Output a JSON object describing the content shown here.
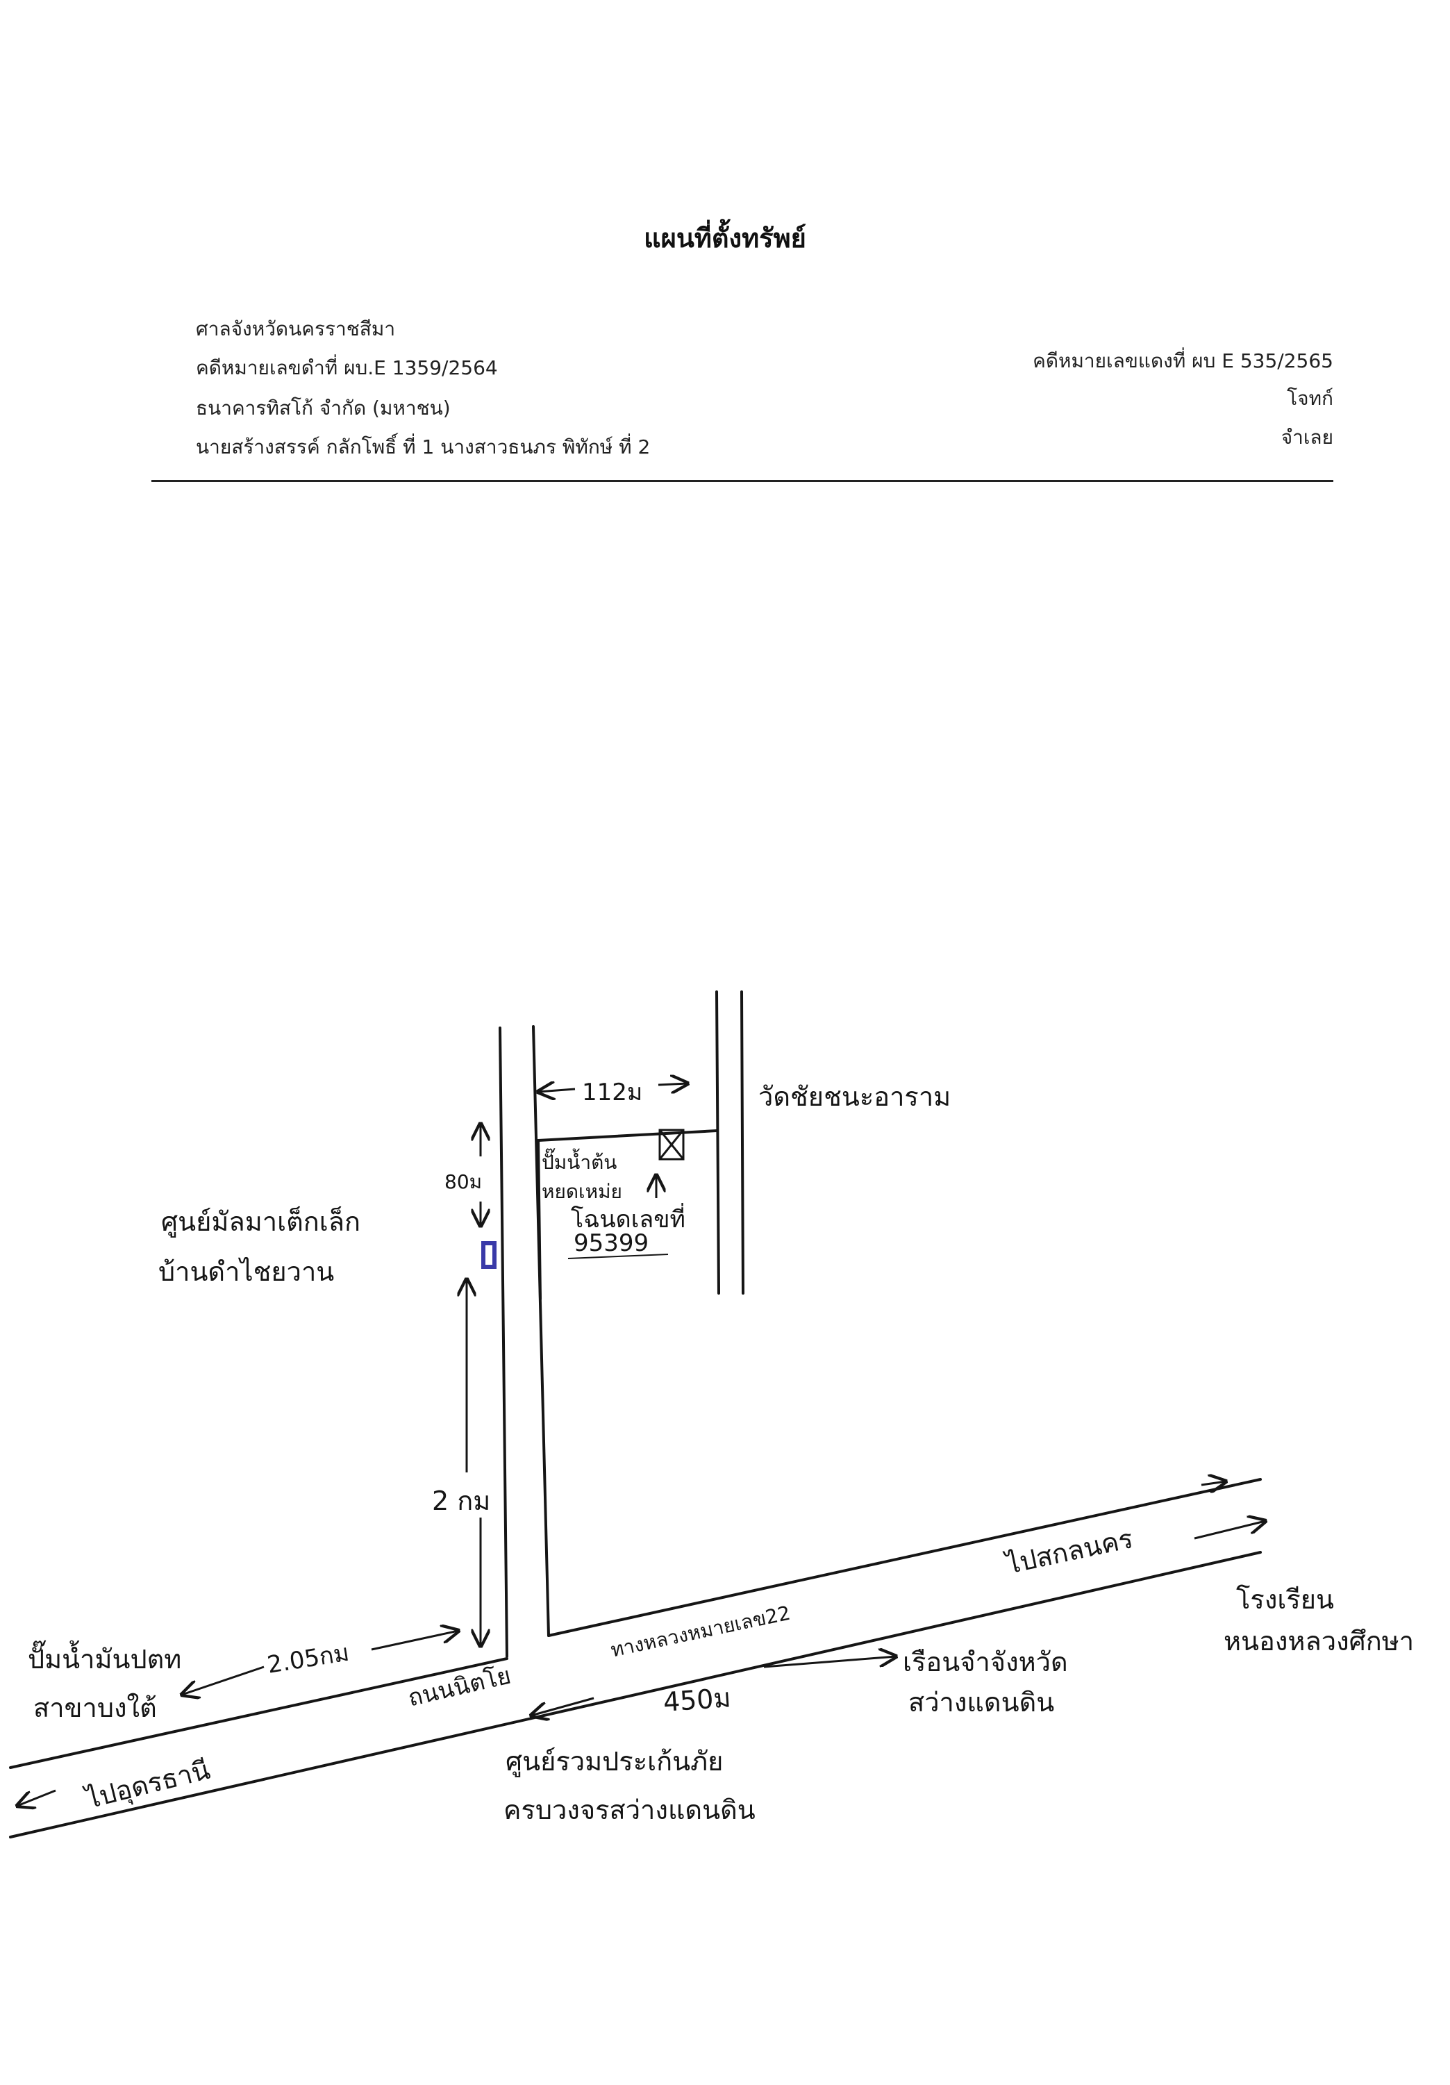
{
  "header": {
    "title": "แผนที่ตั้งทรัพย์",
    "court": "ศาลจังหวัดนครราชสีมา",
    "black_case": "คดีหมายเลขดำที่ ผบ.E 1359/2564",
    "plaintiff_name": "ธนาคารทิสโก้ จำกัด (มหาชน)",
    "defendants": "นายสร้างสรรค์ กลักโพธิ์ ที่ 1 นางสาวธนภร พิทักษ์ ที่ 2",
    "red_case": "คดีหมายเลขแดงที่ ผบ E 535/2565",
    "plaintiff_label": "โจทก์",
    "defendant_label": "จำเลย"
  },
  "map": {
    "labels": {
      "temple": "วัดชัยชนะอาราม",
      "dist_112m": "112ม",
      "dist_80m": "80ม",
      "shop": "ศูนย์มัลมาเต็กเล็ก",
      "village": "บ้านดำไชยวาน",
      "water_pump": "ปั๊มน้ำต้น",
      "water_pump2": "หยดเหม่ย",
      "title_deed": "โฉนดเลขที่",
      "title_deed_no": "95399",
      "dist_2km": "2 กม",
      "gas_station": "ปั๊มน้ำมันปตท",
      "gas_station2": "สาขาบงใต้",
      "dist_205km": "2.05กม",
      "road_name": "ถนนนิตโย",
      "highway": "ทางหลวงหมายเลข22",
      "to_udon": "ไปอุดรธานี",
      "to_sakon": "ไปสกลนคร",
      "school": "โรงเรียน",
      "school2": "หนองหลวงศึกษา",
      "prison": "เรือนจำจังหวัด",
      "prison2": "สว่างแดนดิน",
      "dist_450m": "450ม",
      "disaster_center": "ศูนย์รวมประเก้นภัย",
      "disaster_center2": "ครบวงจรสว่างแดนดิน"
    }
  },
  "colors": {
    "ink": "#151515",
    "marker": "#3a3aa8"
  }
}
